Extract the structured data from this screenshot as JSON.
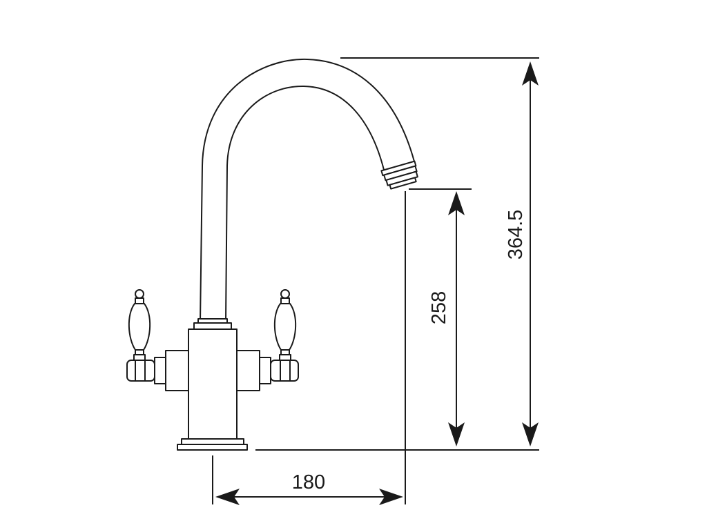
{
  "dimensions": {
    "overall_height": "364.5",
    "spout_height": "258",
    "spout_reach": "180"
  }
}
